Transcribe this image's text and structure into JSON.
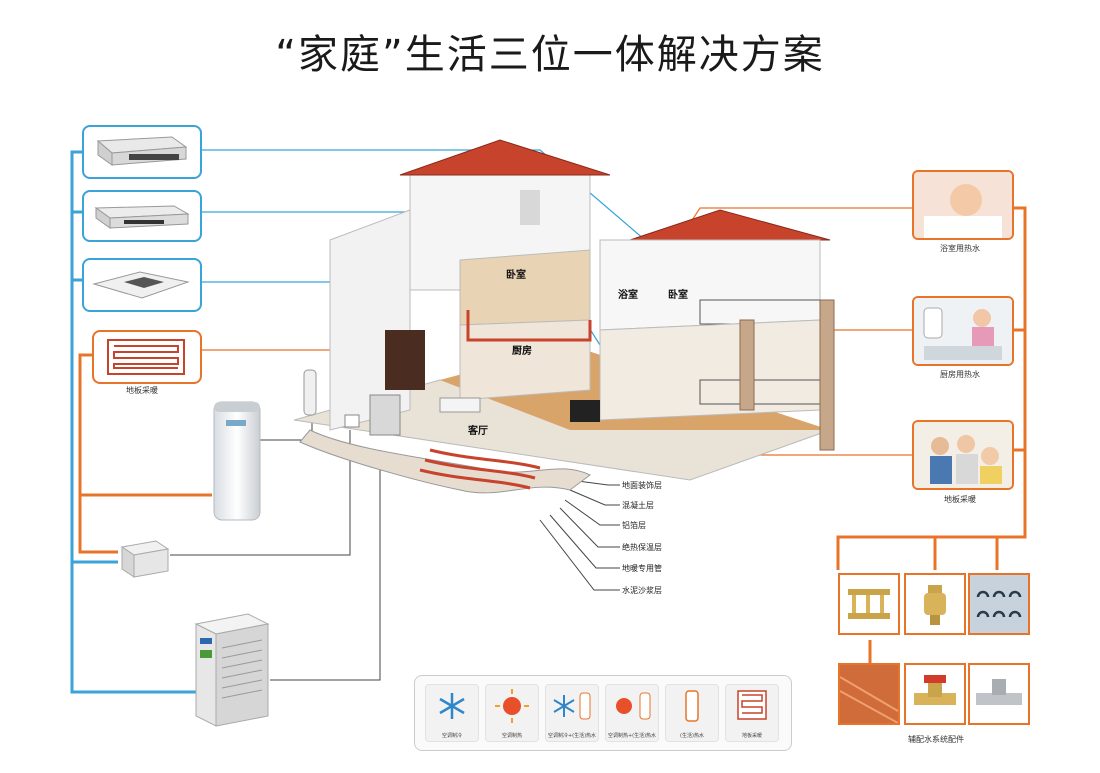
{
  "title": "“家庭”生活三位一体解决方案",
  "rooms": {
    "bedroom1": "卧室",
    "bathroom": "浴室",
    "bedroom2": "卧室",
    "kitchen": "厨房",
    "living": "客厅"
  },
  "left": {
    "floor_heating_caption": "地板采暖"
  },
  "floor_layers": [
    "地面装饰层",
    "混凝土层",
    "铝箔层",
    "绝热保温层",
    "地暖专用管",
    "水泥沙浆层"
  ],
  "right": {
    "bathroom_water": "浴室用热水",
    "kitchen_water": "厨房用热水",
    "floor_heating": "地板采暖",
    "fittings_caption": "辅配水系统配件"
  },
  "legend": [
    {
      "icon": "snowflake-icon",
      "caption": "空调制冷"
    },
    {
      "icon": "sun-icon",
      "caption": "空调制热"
    },
    {
      "icon": "snowflake-tank-icon",
      "caption": "空调制冷+(生活)热水"
    },
    {
      "icon": "sun-tank-icon",
      "caption": "空调制热+(生活)热水"
    },
    {
      "icon": "tank-icon",
      "caption": "(生活)热水"
    },
    {
      "icon": "floor-coil-icon",
      "caption": "地板采暖"
    }
  ],
  "colors": {
    "blue_line": "#3aa3d8",
    "orange_line": "#e8742a",
    "roof": "#c8432b"
  }
}
